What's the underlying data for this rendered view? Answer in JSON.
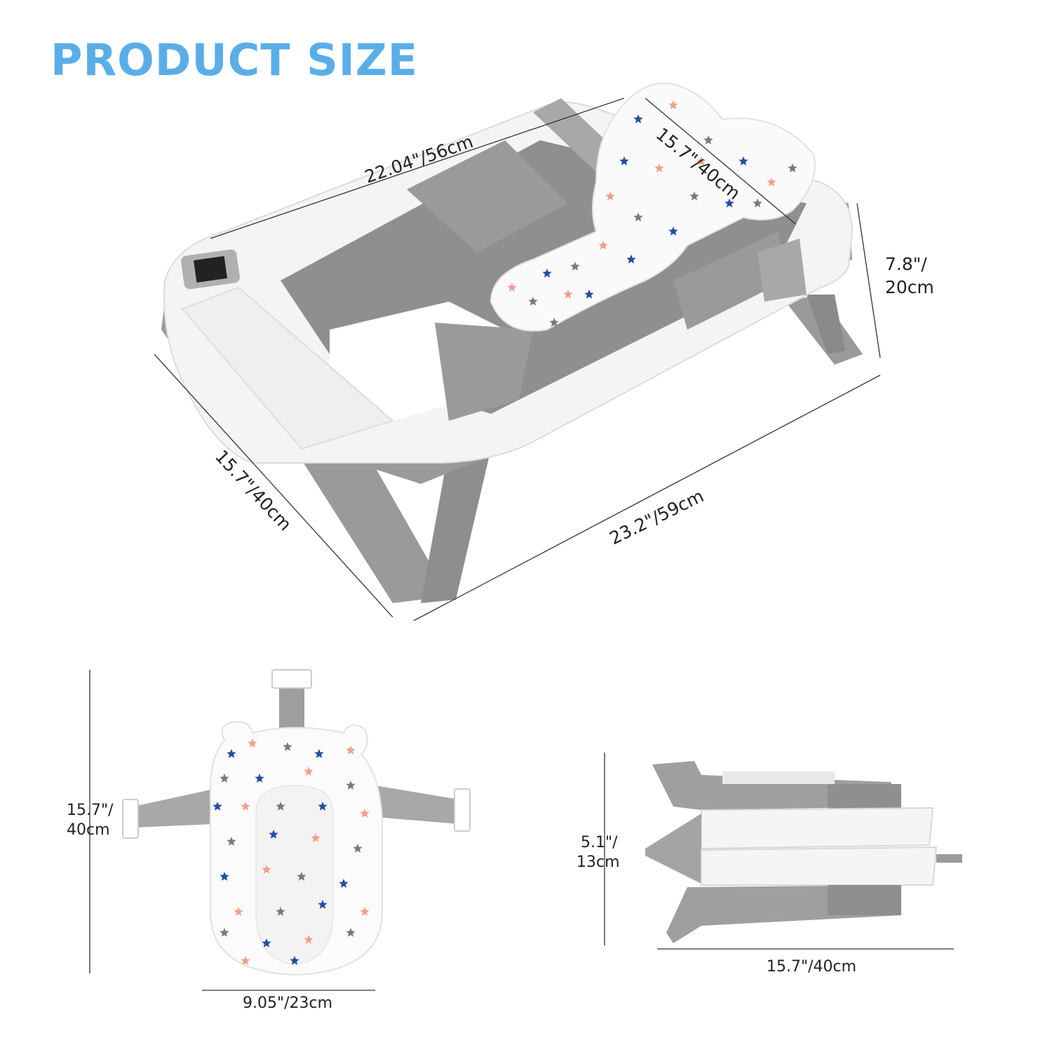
{
  "title": "PRODUCT SIZE",
  "colors": {
    "title": "#5aaee8",
    "tub_gray": "#9a9a9a",
    "tub_white": "#f4f4f4",
    "star_blue": "#1f4fa0",
    "star_pink": "#f2a08a",
    "star_gray": "#7a7a7a"
  },
  "tub": {
    "length_top": "22.04\"/56cm",
    "pillow_width": "15.7\"/40cm",
    "height_line1": "7.8\"/",
    "height_line2": "20cm",
    "width_side": "15.7\"/40cm",
    "length_bottom": "23.2\"/59cm"
  },
  "seat": {
    "height_line1": "15.7\"/",
    "height_line2": "40cm",
    "width": "9.05\"/23cm"
  },
  "folded": {
    "height_line1": "5.1\"/",
    "height_line2": "13cm",
    "width": "15.7\"/40cm"
  }
}
